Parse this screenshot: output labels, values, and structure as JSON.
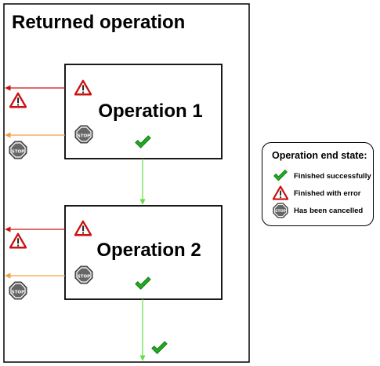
{
  "title": "Returned operation",
  "operations": [
    {
      "label": "Operation 1"
    },
    {
      "label": "Operation 2"
    }
  ],
  "stop_sign_text": "STOP",
  "legend": {
    "title": "Operation end state:",
    "items": [
      {
        "icon": "check-icon",
        "label": "Finished successfully"
      },
      {
        "icon": "warning-icon",
        "label": "Finished with error"
      },
      {
        "icon": "stop-icon",
        "label": "Has been cancelled"
      }
    ]
  },
  "colors": {
    "error_arrow": "#cc1111",
    "cancel_arrow": "#f0a040",
    "success_arrow": "#66dd44",
    "check": "#22aa22",
    "warning": "#cc1111",
    "stop": "#555555"
  }
}
